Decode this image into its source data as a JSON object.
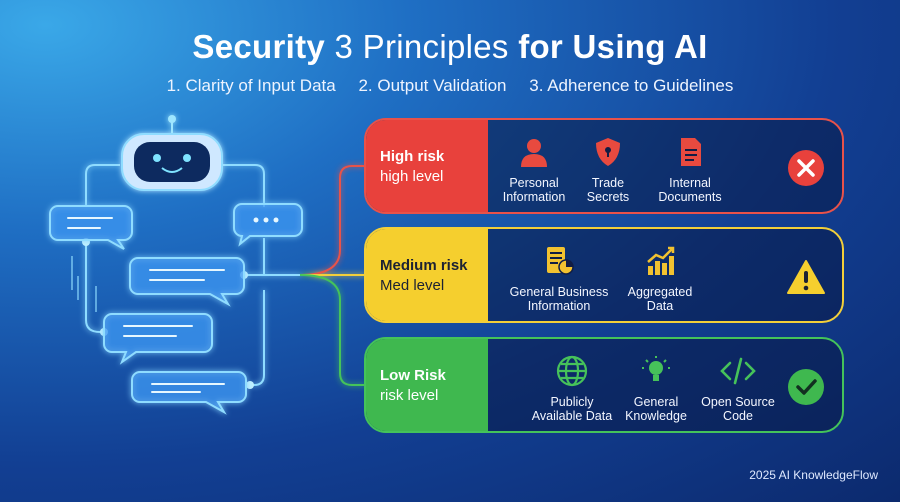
{
  "title": {
    "bold_a": "Security",
    "light": "3 Principles",
    "bold_b": "for Using AI"
  },
  "principles": [
    "1. Clarity of Input Data",
    "2. Output Validation",
    "3. Adherence to Guidelines"
  ],
  "rows": [
    {
      "title": "High risk",
      "sub": "high level",
      "color": "#e8413c",
      "status_icon": "close-icon",
      "items": [
        {
          "icon": "person-icon",
          "lines": [
            "Personal",
            "Information"
          ]
        },
        {
          "icon": "shield-icon",
          "lines": [
            "Trade",
            "Secrets"
          ]
        },
        {
          "icon": "document-icon",
          "lines": [
            "Internal",
            "Documents"
          ]
        }
      ]
    },
    {
      "title": "Medium risk",
      "sub": "Med level",
      "color": "#f5cf2e",
      "status_icon": "warning-icon",
      "items": [
        {
          "icon": "report-icon",
          "lines": [
            "General Business",
            "Information"
          ]
        },
        {
          "icon": "bar-chart-icon",
          "lines": [
            "Aggregated",
            "Data"
          ]
        }
      ]
    },
    {
      "title": "Low Risk",
      "sub": "risk level",
      "color": "#3fb84f",
      "status_icon": "check-icon",
      "items": [
        {
          "icon": "globe-icon",
          "lines": [
            "Publicly",
            "Available Data"
          ]
        },
        {
          "icon": "lightbulb-icon",
          "lines": [
            "General",
            "Knowledge"
          ]
        },
        {
          "icon": "code-icon",
          "lines": [
            "Open Source",
            "Code"
          ]
        }
      ]
    }
  ],
  "footer": "2025 AI KnowledgeFlow"
}
